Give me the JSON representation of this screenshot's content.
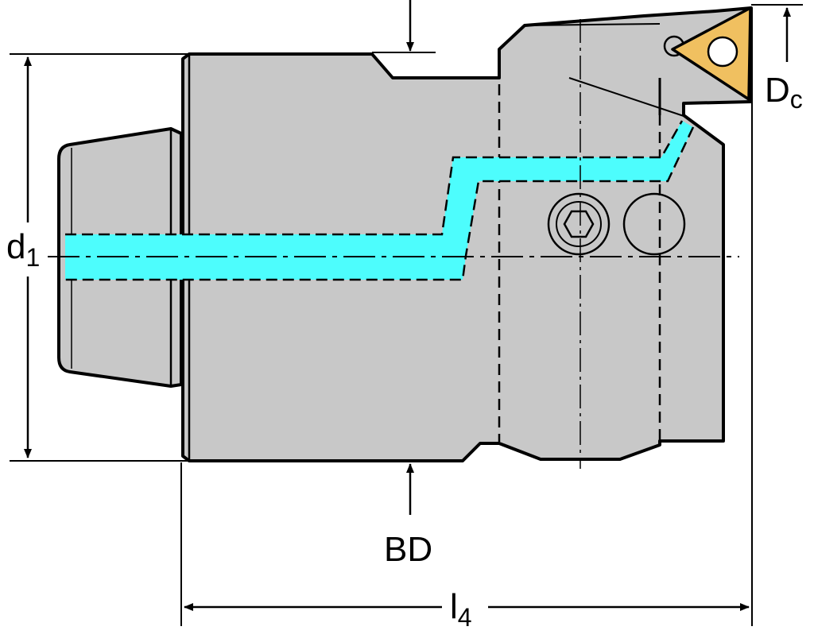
{
  "labels": {
    "d": "d",
    "d_sub": "1",
    "Dc": "D",
    "Dc_sub": "c",
    "BD": "BD",
    "l": "l",
    "l_sub": "4"
  },
  "colors": {
    "body": "#c8c8c8",
    "coolant": "#4dfdfd",
    "insert": "#f0c060",
    "line": "#000000",
    "background": "#ffffff"
  }
}
